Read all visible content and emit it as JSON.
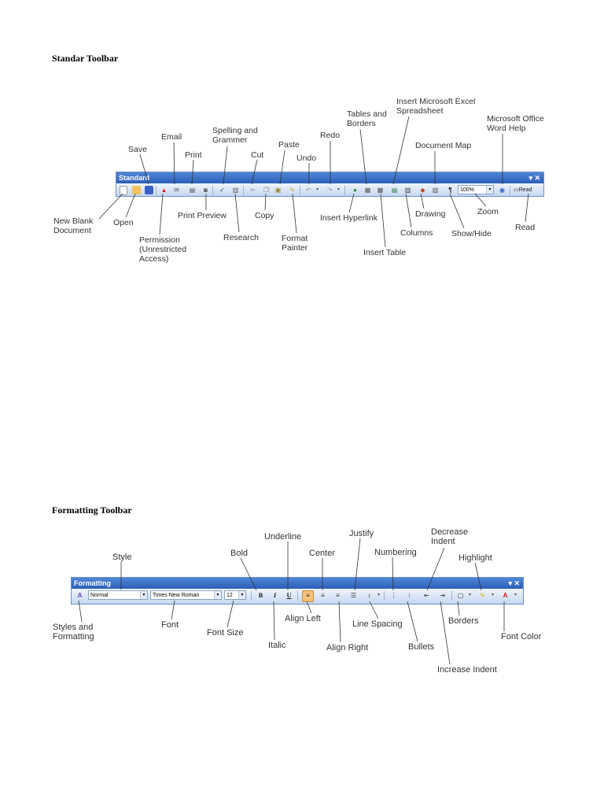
{
  "standard_section": {
    "heading": "Standar  Toolbar",
    "toolbar_title": "Standard",
    "window_controls": "▾ ✕",
    "zoom_value": "100%",
    "read_button_label": "Read",
    "labels": {
      "new_blank_document": "New Blank\nDocument",
      "open": "Open",
      "save": "Save",
      "permission": "Permission\n(Unrestricted\nAccess)",
      "email": "Email",
      "print": "Print",
      "print_preview": "Print Preview",
      "spelling_and_grammar": "Spelling and\nGrammer",
      "research": "Research",
      "cut": "Cut",
      "copy": "Copy",
      "paste": "Paste",
      "format_painter": "Format\nPainter",
      "undo": "Undo",
      "redo": "Redo",
      "insert_hyperlink": "Insert Hyperlink",
      "tables_and_borders": "Tables and\nBorders",
      "insert_table": "Insert Table",
      "insert_excel": "Insert Microsoft Excel\nSpreadsheet",
      "columns": "Columns",
      "drawing": "Drawing",
      "document_map": "Document Map",
      "show_hide": "Show/Hide",
      "zoom": "Zoom",
      "word_help": "Microsoft Office\nWord Help",
      "read": "Read"
    }
  },
  "formatting_section": {
    "heading": "Formatting Toolbar",
    "toolbar_title": "Formatting",
    "window_controls": "▾ ✕",
    "style_value": "Normal",
    "font_value": "Times New Roman",
    "size_value": "12",
    "bold_glyph": "B",
    "italic_glyph": "I",
    "underline_glyph": "U",
    "labels": {
      "styles_and_formatting": "Styles and\nFormatting",
      "style": "Style",
      "font": "Font",
      "font_size": "Font Size",
      "bold": "Bold",
      "italic": "Italic",
      "underline": "Underline",
      "align_left": "Align Left",
      "center": "Center",
      "align_right": "Align Right",
      "justify": "Justify",
      "line_spacing": "Line Spacing",
      "numbering": "Numbering",
      "bullets": "Bullets",
      "decrease_indent": "Decrease\nIndent",
      "increase_indent": "Increase Indent",
      "borders": "Borders",
      "highlight": "Highlight",
      "font_color": "Font Color"
    }
  },
  "colors": {
    "title_bar": "#2c5fb8",
    "toolbar_background": "#dce8f8",
    "leader_line": "#333333",
    "active_button": "#f6c27a"
  }
}
